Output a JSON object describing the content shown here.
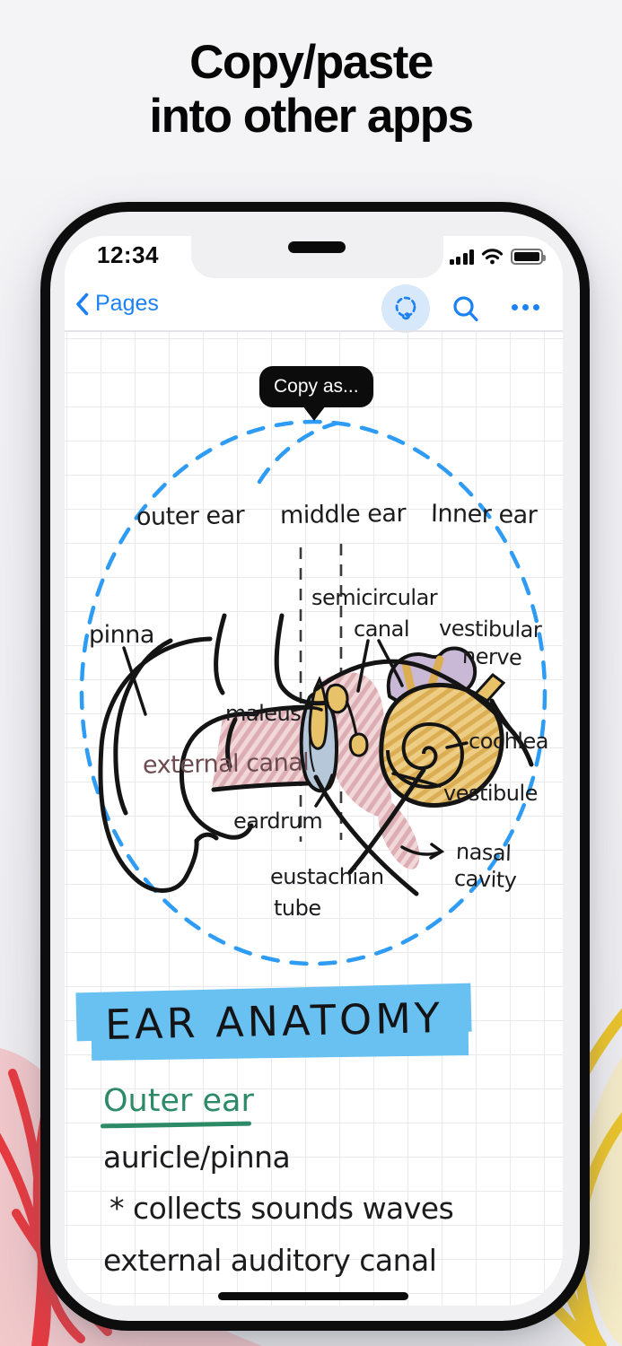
{
  "headline": {
    "line1": "Copy/paste",
    "line2": "into other apps"
  },
  "status_bar": {
    "time": "12:34",
    "signal_icon": "cellular-signal",
    "wifi_icon": "wifi",
    "battery_icon": "battery-full"
  },
  "nav_bar": {
    "back_label": "Pages",
    "back_icon": "chevron-left",
    "lasso_icon": "lasso-selection",
    "search_icon": "search",
    "more_icon": "ellipsis"
  },
  "canvas": {
    "tooltip": {
      "label": "Copy as..."
    },
    "region_labels": {
      "outer": "outer ear",
      "middle": "middle ear",
      "inner": "Inner ear"
    },
    "part_labels": {
      "pinna": "pinna",
      "semicircular_1": "semicircular",
      "semicircular_2": "canal",
      "vestibular_1": "vestibular",
      "vestibular_2": "nerve",
      "malleus": "maleus",
      "cochlea": "cochlea",
      "external_canal": "external canal",
      "vestibule": "vestibule",
      "eardrum": "eardrum",
      "eustachian_1": "eustachian",
      "eustachian_2": "tube",
      "nasal_1": "nasal",
      "nasal_2": "cavity"
    },
    "title": "EAR ANATOMY",
    "section": {
      "heading": "Outer ear",
      "notes": [
        "auricle/pinna",
        "* collects sounds waves",
        "external auditory canal"
      ]
    }
  },
  "colors": {
    "accent_blue": "#1c82f4",
    "selection_blue": "#2e9cf4",
    "highlight_blue": "#68c1f0",
    "heading_green": "#2c8a67",
    "canal_pink": "#dfb3b8",
    "cochlea_tan": "#e3bc66",
    "semicircular_purple": "#c9b9d6",
    "eardrum_blue": "#b7c7da",
    "decor_red": "#e9393f",
    "decor_yellow": "#ecc52a"
  }
}
